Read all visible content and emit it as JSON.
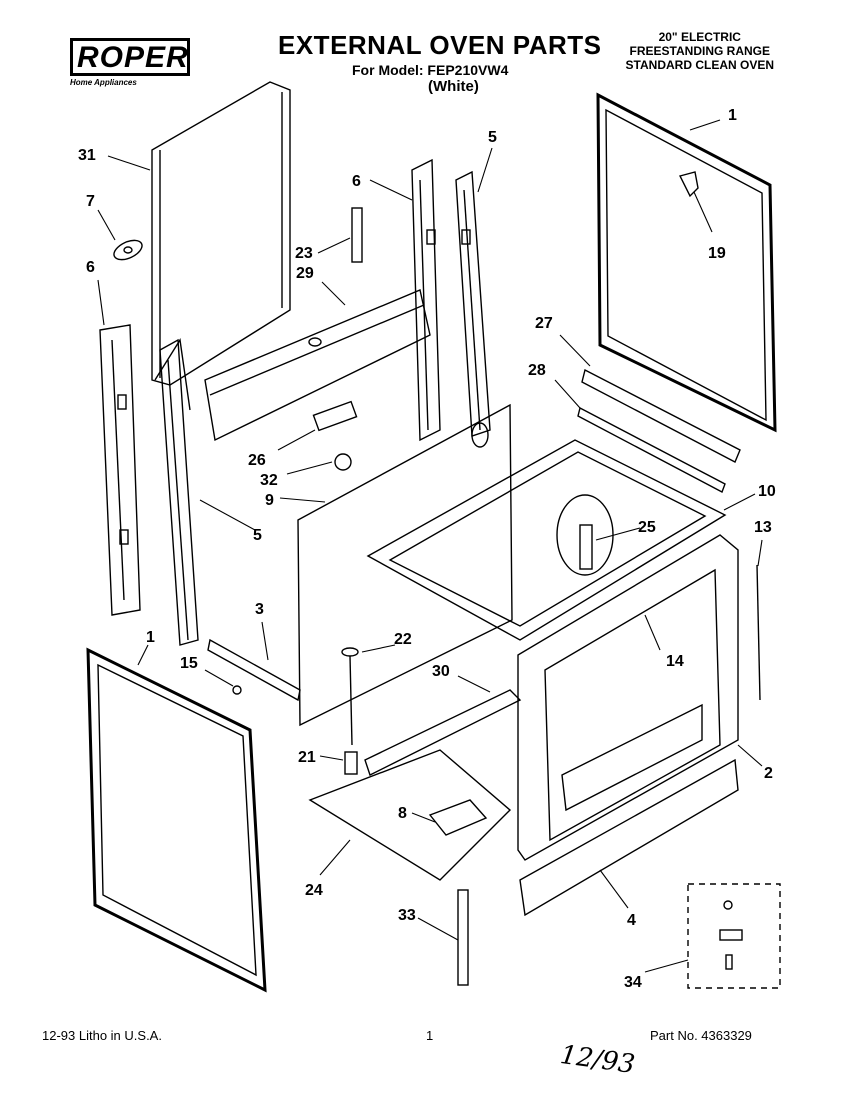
{
  "header": {
    "brand": "ROPER",
    "brand_tagline": "Home Appliances",
    "title": "EXTERNAL OVEN PARTS",
    "model_line": "For Model: FEP210VW4",
    "color": "(White)",
    "spec": [
      "20\" ELECTRIC",
      "FREESTANDING RANGE",
      "STANDARD CLEAN OVEN"
    ]
  },
  "callouts": {
    "c31": "31",
    "c7": "7",
    "c6a": "6",
    "c6b": "6",
    "c5a": "5",
    "c5b": "5",
    "c23": "23",
    "c29": "29",
    "c26": "26",
    "c32": "32",
    "c9": "9",
    "c1a": "1",
    "c1b": "1",
    "c19": "19",
    "c27": "27",
    "c28": "28",
    "c10": "10",
    "c25": "25",
    "c13": "13",
    "c3": "3",
    "c22": "22",
    "c15": "15",
    "c14": "14",
    "c30": "30",
    "c21": "21",
    "c2": "2",
    "c8": "8",
    "c24": "24",
    "c4": "4",
    "c33": "33",
    "c34": "34"
  },
  "footer": {
    "date_print": "12-93  Litho in U.S.A.",
    "page": "1",
    "part_no": "Part No. 4363329",
    "handwritten": "12/93"
  }
}
